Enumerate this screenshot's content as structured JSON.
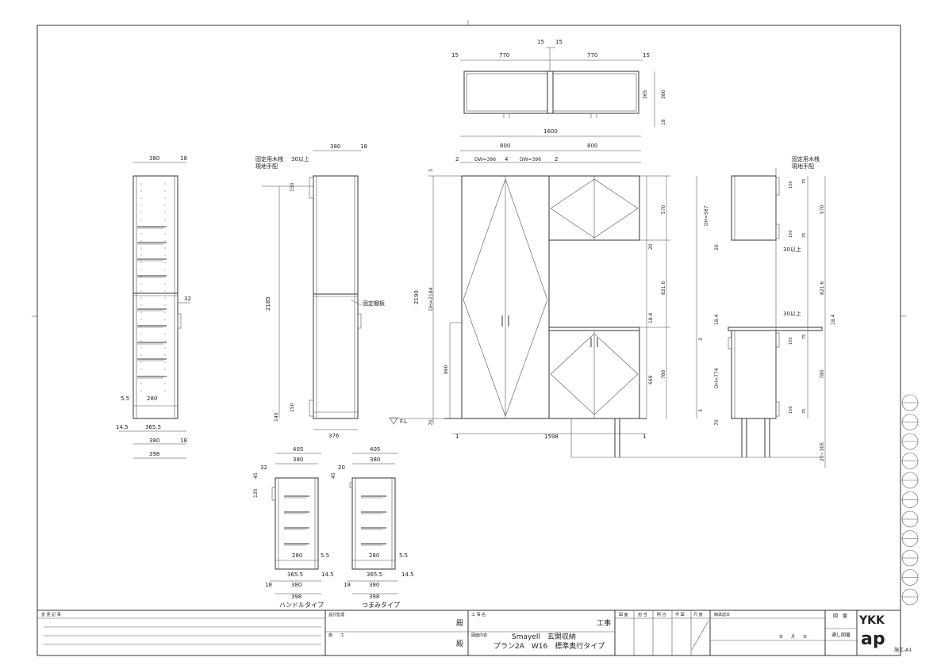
{
  "drawing": {
    "top_cabinet_dims": {
      "w1": "15",
      "w2": "770",
      "w3": "15",
      "w4": "15",
      "w5": "770",
      "w6": "15",
      "h1": "365",
      "h2": "380",
      "h3": "18"
    },
    "front_dims": {
      "total": "1600",
      "left": "800",
      "right": "800",
      "gap_l": "2",
      "dw_left": "DW=396",
      "mid": "4",
      "dw_right": "DW=396",
      "gap_r": "2",
      "height": "2190",
      "dh": "DH=2184",
      "h860": "860",
      "h669": "669",
      "h780": "780",
      "h570": "570",
      "h20": "20",
      "h821": "821.6",
      "h18": "18.4",
      "h3": "3",
      "h70": "70",
      "bottom": "1598",
      "b1": "1",
      "b1r": "1",
      "fl": "F.L"
    },
    "left_section": {
      "top380": "380",
      "top18": "18",
      "s55": "5.5",
      "s280": "280",
      "s32": "32",
      "b145": "14.5",
      "b365": "365.5",
      "b380": "380",
      "b18": "18",
      "b398": "398"
    },
    "mid_section": {
      "top380": "380",
      "top18": "18",
      "note1": "固定用木桟",
      "note2": "現地手配",
      "note3": "30以上",
      "h150": "150",
      "h2185": "2185",
      "shelf": "固定棚板",
      "h145": "145",
      "h150b": "150",
      "b376": "376"
    },
    "right_section": {
      "note1": "固定用木桟",
      "note2": "現地手配",
      "dh587": "DH=587",
      "h20": "20",
      "h570": "570",
      "h821": "821.6",
      "note30a": "30以上",
      "note30b": "30以上",
      "h184a": "18.4",
      "h184b": "18.4",
      "h3a": "3",
      "dh774": "DH=774",
      "h780": "780",
      "h3b": "3",
      "h70": "70",
      "leg": "20~305",
      "d150a": "150",
      "d75a": "75",
      "d150b": "150",
      "d75b": "75",
      "d150c": "150",
      "d75c": "75",
      "d150d": "150",
      "d75d": "75"
    },
    "handle_type": {
      "w405": "405",
      "w380": "380",
      "h32": "32",
      "h45": "45",
      "h120": "120",
      "s280": "280",
      "s55": "5.5",
      "b365": "365.5",
      "b145": "14.5",
      "b18": "18",
      "b380": "380",
      "b398": "398",
      "label": "ハンドルタイプ"
    },
    "knob_type": {
      "w405": "405",
      "w380": "380",
      "h20": "20",
      "h45": "45",
      "s280": "280",
      "s55": "5.5",
      "b365": "365.5",
      "b145": "14.5",
      "b18": "18",
      "b380": "380",
      "b398": "398",
      "label": "つまみタイプ"
    }
  },
  "title_block": {
    "revision_label": "変 更 記 事",
    "design_label": "設計監理",
    "construction_label": "施　　工",
    "honorific1": "殿",
    "honorific2": "殿",
    "project_name_label": "工 事 名",
    "project_suffix": "工事",
    "drawing_content_label": "図面内容",
    "content_line1": "Smayell　玄関収納",
    "content_line2": "プラン2A　W16　標準奥行タイプ",
    "approval_cols": [
      "図 面",
      "担 当",
      "照 合",
      "作 図",
      "尺 度"
    ],
    "approval_date_label": "御承認日",
    "date_fields": "年　　月　　日",
    "drawing_no_label": "図　番",
    "serial_no_label": "通し図番",
    "logo_top": "YKK",
    "logo_bottom": "ap",
    "sheet_code": "施工-A1"
  }
}
